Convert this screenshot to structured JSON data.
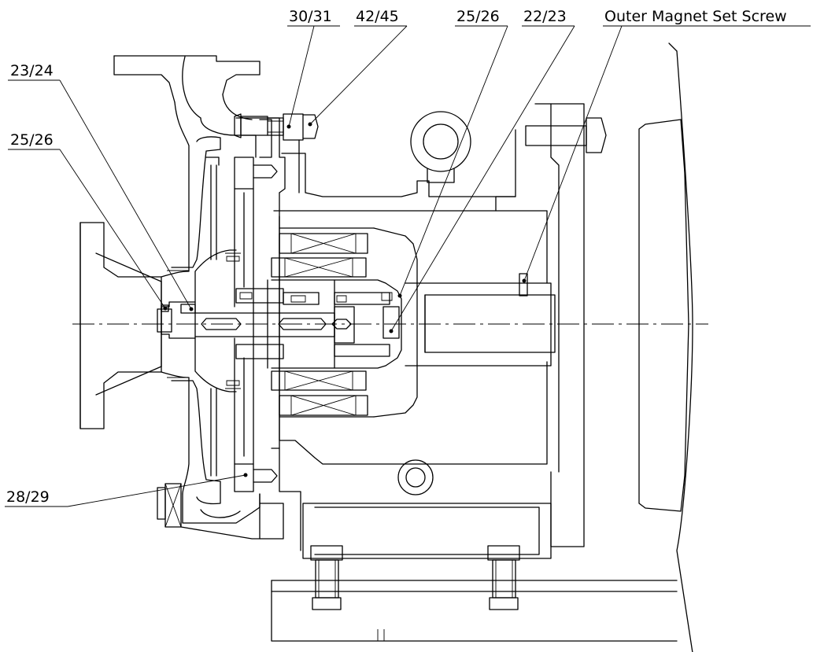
{
  "callouts": {
    "c1": "30/31",
    "c2": "42/45",
    "c3": "25/26",
    "c4": "22/23",
    "c5": "Outer Magnet Set Screw",
    "c6": "23/24",
    "c7": "25/26",
    "c8": "28/29"
  }
}
